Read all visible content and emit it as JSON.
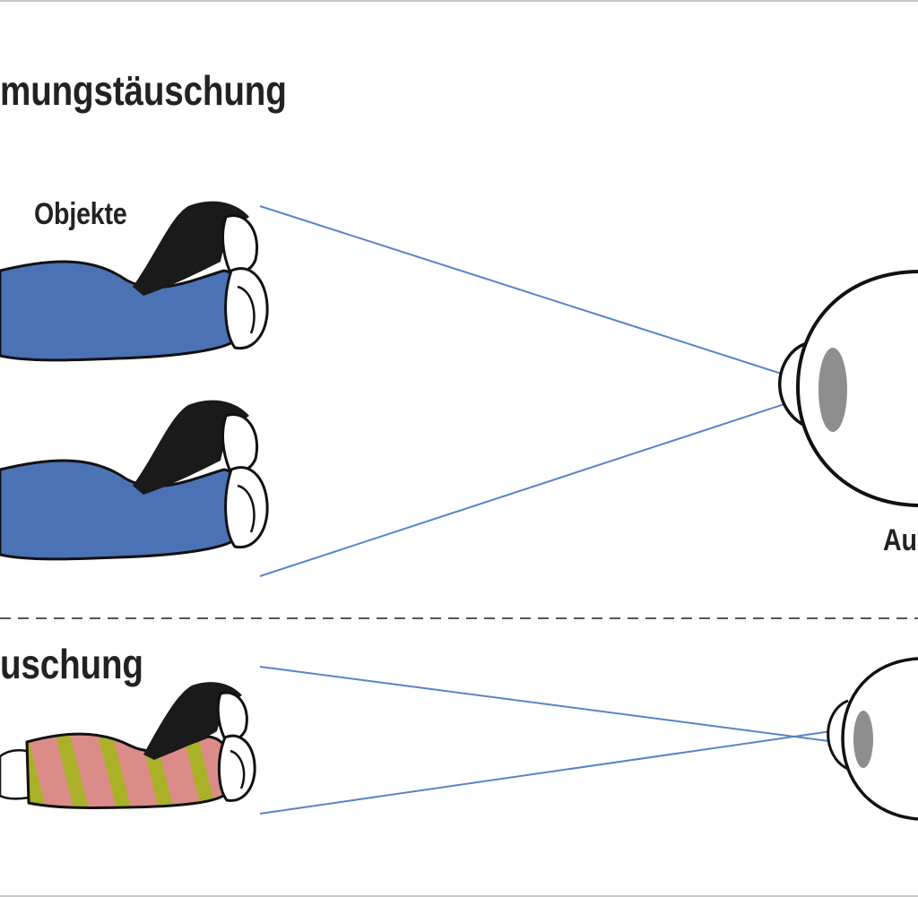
{
  "labels": {
    "top_heading": "mungstäuschung",
    "objects": "Objekte",
    "eye": "Au",
    "bottom_heading": "uschung"
  },
  "colors": {
    "body_blue": "#4a72b5",
    "ray_blue": "#5a82c8",
    "stripe_pink": "#dc8c88",
    "stripe_olive": "#aab128",
    "hair": "#1a1a1a",
    "lens_gray": "#8e8e8e",
    "divider": "#555555"
  },
  "icons": [
    "lying-person-icon",
    "eye-cross-section-icon"
  ]
}
